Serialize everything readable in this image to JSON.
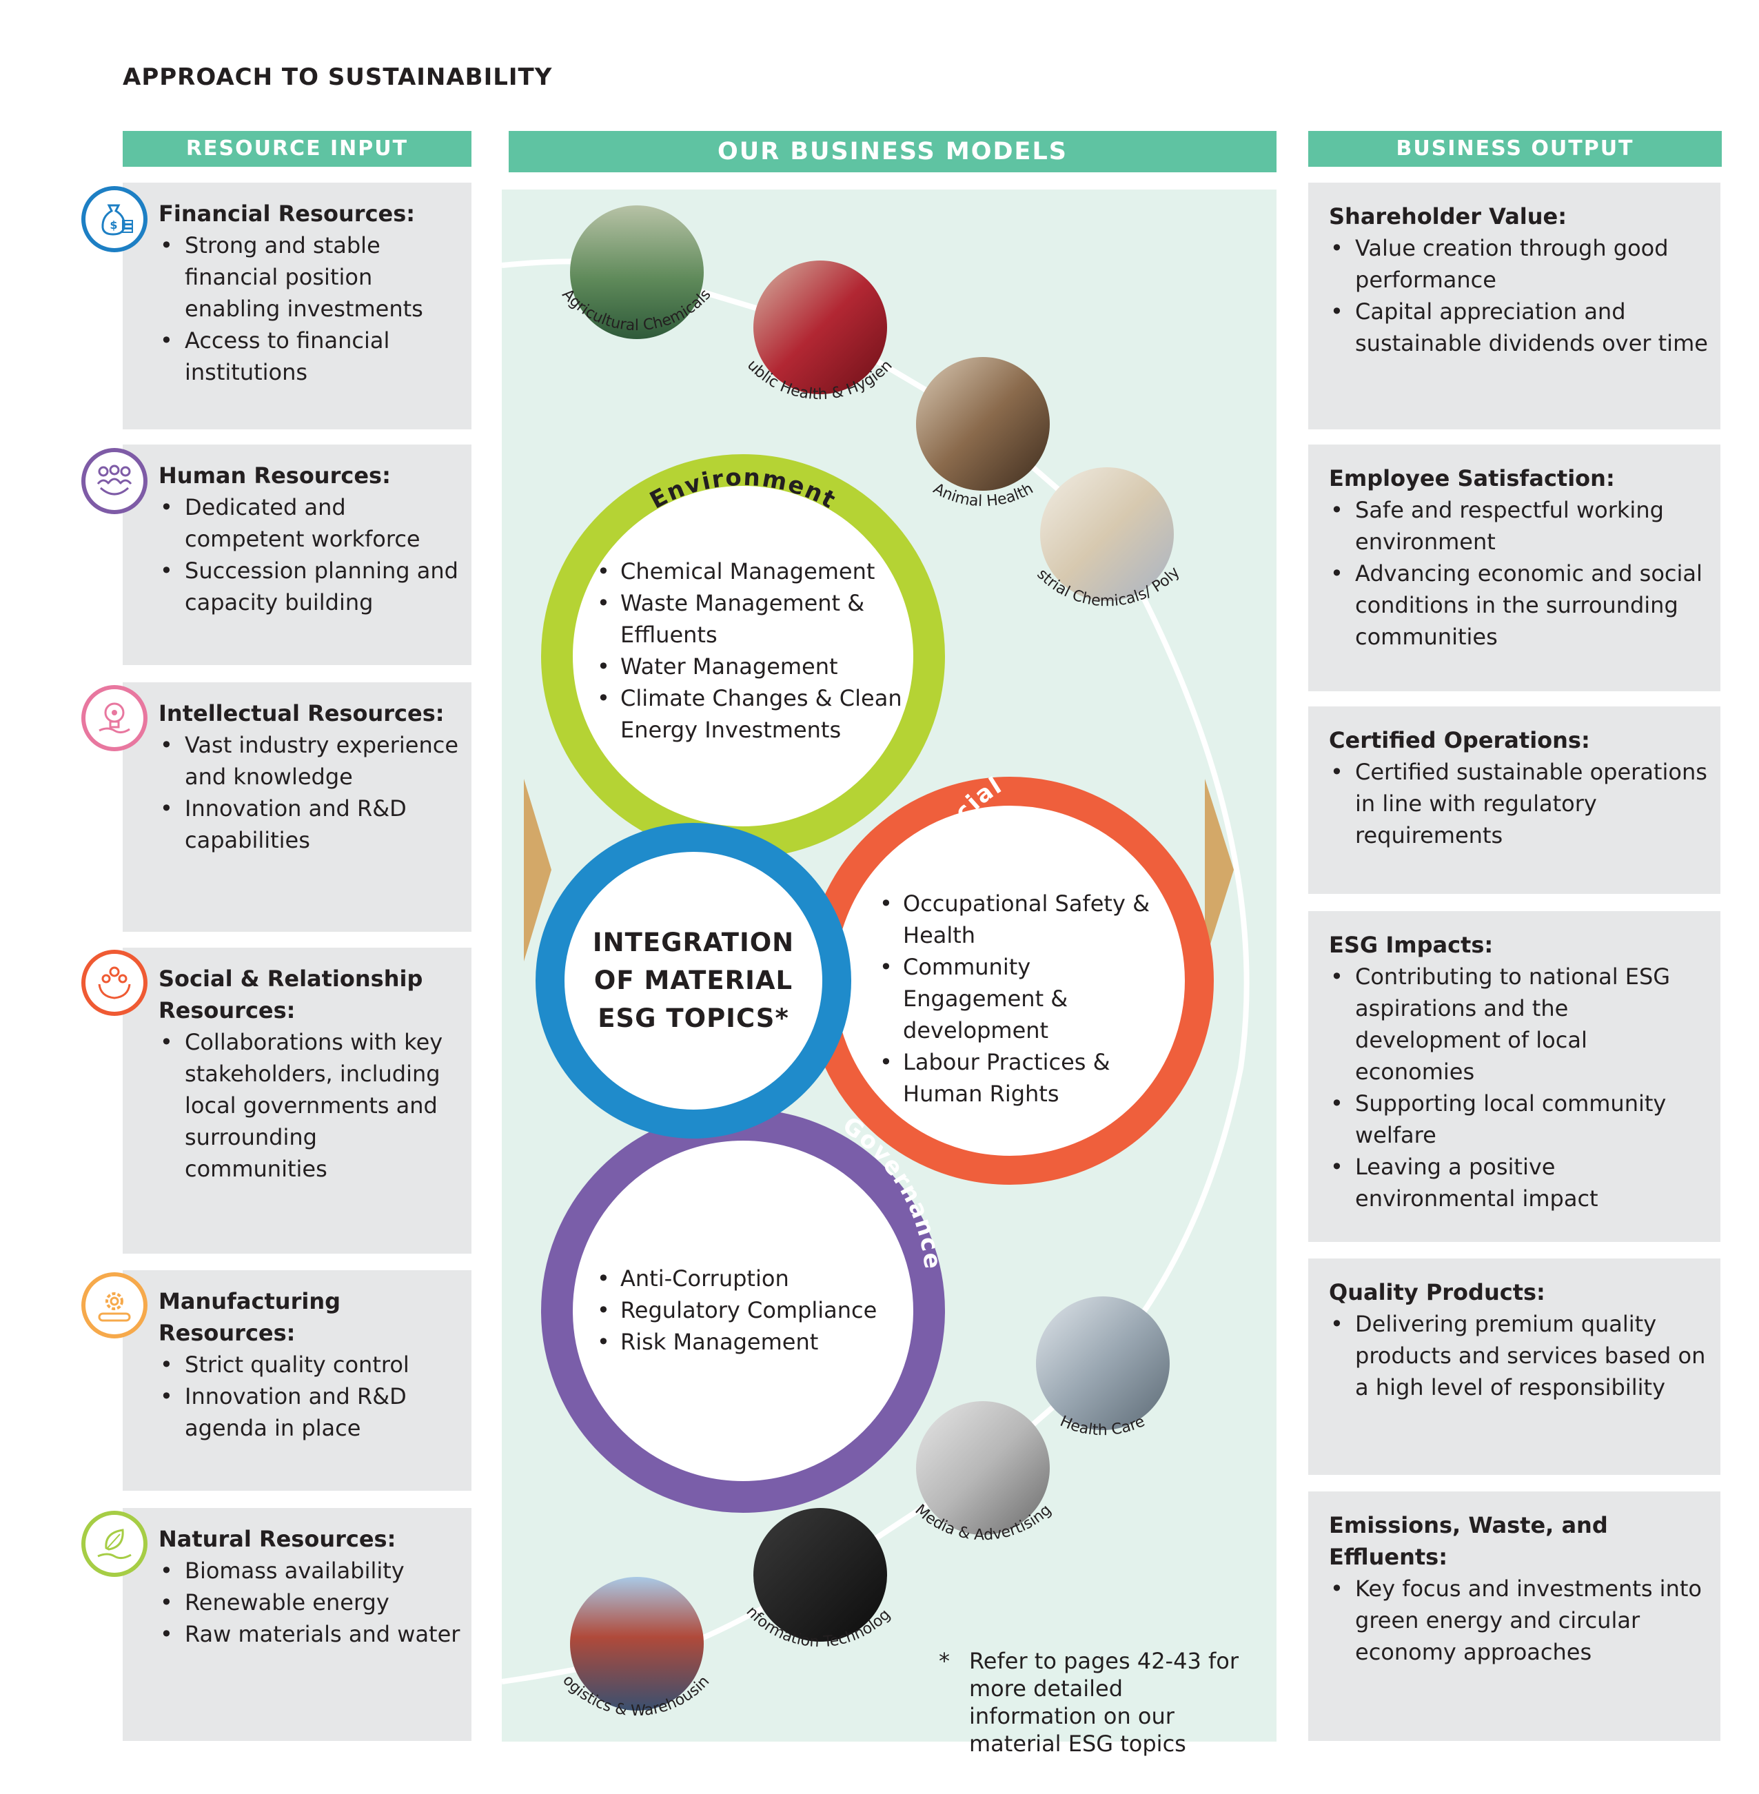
{
  "page_title": "APPROACH TO SUSTAINABILITY",
  "headers": {
    "input": "RESOURCE INPUT",
    "models": "OUR BUSINESS MODELS",
    "output": "BUSINESS OUTPUT"
  },
  "resources": [
    {
      "title": "Financial Resources:",
      "icon": "money-bag-icon",
      "color": "#1d7fc4",
      "items": [
        "Strong and stable financial position enabling investments",
        "Access to financial institutions"
      ]
    },
    {
      "title": "Human Resources:",
      "icon": "people-group-icon",
      "color": "#7e5ba6",
      "items": [
        "Dedicated and competent workforce",
        "Succession planning and capacity building"
      ]
    },
    {
      "title": "Intellectual Resources:",
      "icon": "lightbulb-hand-icon",
      "color": "#e8779f",
      "items": [
        "Vast industry experience and knowledge",
        "Innovation and R&D capabilities"
      ]
    },
    {
      "title": "Social & Relationship Resources:",
      "icon": "hands-people-icon",
      "color": "#ef5a33",
      "items": [
        "Collaborations with key stakeholders, including local governments and surrounding communities"
      ]
    },
    {
      "title": "Manufacturing Resources:",
      "icon": "gear-conveyor-icon",
      "color": "#f6a94b",
      "items": [
        "Strict quality control",
        "Innovation and R&D agenda in place"
      ]
    },
    {
      "title": "Natural Resources:",
      "icon": "leaf-hand-icon",
      "color": "#a6cd45",
      "items": [
        "Biomass availability",
        "Renewable energy",
        "Raw materials and water"
      ]
    }
  ],
  "outputs": [
    {
      "title": "Shareholder Value:",
      "items": [
        "Value creation through good performance",
        "Capital appreciation and sustainable dividends over time"
      ]
    },
    {
      "title": "Employee Satisfaction:",
      "items": [
        "Safe and respectful working environment",
        "Advancing economic and social conditions in the surrounding communities"
      ]
    },
    {
      "title": "Certified Operations:",
      "items": [
        "Certified sustainable operations in line with regulatory requirements"
      ]
    },
    {
      "title": "ESG Impacts:",
      "items": [
        "Contributing to national ESG aspirations and the development of local economies",
        "Supporting local community welfare",
        "Leaving a positive environmental impact"
      ]
    },
    {
      "title": "Quality Products:",
      "items": [
        "Delivering premium quality products and services based on a high level of responsibility"
      ]
    },
    {
      "title": "Emissions, Waste, and Effluents:",
      "items": [
        "Key focus and investments into green energy and circular economy approaches"
      ]
    }
  ],
  "business_segments": [
    "Agricultural Chemicals",
    "Public Health & Hygiene",
    "Animal Health",
    "Industrial Chemicals/ Polymer",
    "Health Care",
    "Media & Advertising",
    "Information Technology",
    "Logistics & Warehousing"
  ],
  "esg": {
    "center": [
      "INTEGRATION",
      "OF MATERIAL",
      "ESG TOPICS*"
    ],
    "environment": {
      "label": "Environment",
      "color": "#b5d334",
      "items": [
        "Chemical Management",
        "Waste Management & Effluents",
        "Water Management",
        "Climate Changes & Clean Energy Investments"
      ]
    },
    "social": {
      "label": "Social",
      "color": "#ef5f3c",
      "items": [
        "Occupational Safety & Health",
        "Community Engagement & development",
        "Labour Practices & Human Rights"
      ]
    },
    "governance": {
      "label": "Governance",
      "color": "#7a5ea9",
      "items": [
        "Anti-Corruption",
        "Regulatory Compliance",
        "Risk Management"
      ]
    }
  },
  "footnote": {
    "star": "*",
    "text": "Refer to pages 42-43 for more detailed information on our material ESG topics"
  }
}
